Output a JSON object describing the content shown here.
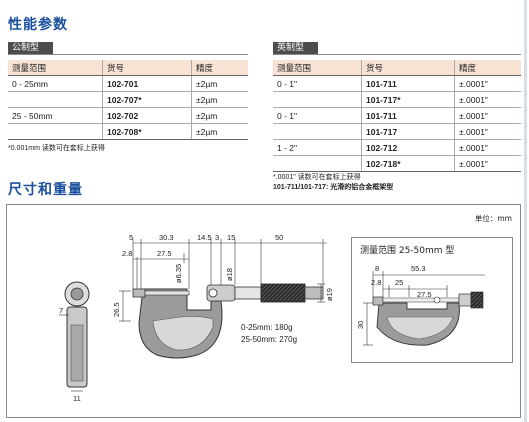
{
  "specs": {
    "title": "性能参数",
    "metric_tag": "公制型",
    "inch_tag": "英制型",
    "metric": {
      "headers": [
        "测量范围",
        "货号",
        "精度"
      ],
      "rows": [
        {
          "range": "0 - 25mm",
          "code": "102-701",
          "acc": "±2µm"
        },
        {
          "range": "",
          "code": "102-707*",
          "acc": "±2µm"
        },
        {
          "range": "25 - 50mm",
          "code": "102-702",
          "acc": "±2µm"
        },
        {
          "range": "",
          "code": "102-708*",
          "acc": "±2µm"
        }
      ],
      "note": "*0.001mm 读数可在套标上获得"
    },
    "inch": {
      "headers": [
        "测量范围",
        "货号",
        "精度"
      ],
      "rows": [
        {
          "range": "0 - 1\"",
          "code": "101-711",
          "acc": "±.0001\""
        },
        {
          "range": "",
          "code": "101-717*",
          "acc": "±.0001\""
        },
        {
          "range": "0 - 1\"",
          "code": "101-711",
          "acc": "±.0001\""
        },
        {
          "range": "",
          "code": "101-717",
          "acc": "±.0001\""
        },
        {
          "range": "1 - 2\"",
          "code": "102-712",
          "acc": "±.0001\""
        },
        {
          "range": "",
          "code": "102-718*",
          "acc": "±.0001\""
        }
      ],
      "note1": "*.0001\" 读数可在套标上获得",
      "note2": "101-711/101-717: 光滑的铝合金框架型"
    }
  },
  "dimensions": {
    "title": "尺寸和重量",
    "unit": "单位：mm",
    "inset_title": "测量范围  25-50mm  型",
    "weights": [
      "0-25mm: 180g",
      "25-50mm: 270g"
    ],
    "labels": {
      "d5": "5",
      "d30_3": "30.3",
      "d14_5": "14.5",
      "d3": "3",
      "d15": "15",
      "d50": "50",
      "d2_8": "2.8",
      "d27_5": "27.5",
      "d6_35": "ø6.35",
      "d18": "ø18",
      "d19": "ø19",
      "d26_5": "26.5",
      "d7": "7",
      "d11": "11",
      "i8": "8",
      "i55_3": "55.3",
      "i2_8": "2.8",
      "i25": "25",
      "i27_5": "27.5",
      "i30": "30"
    }
  }
}
